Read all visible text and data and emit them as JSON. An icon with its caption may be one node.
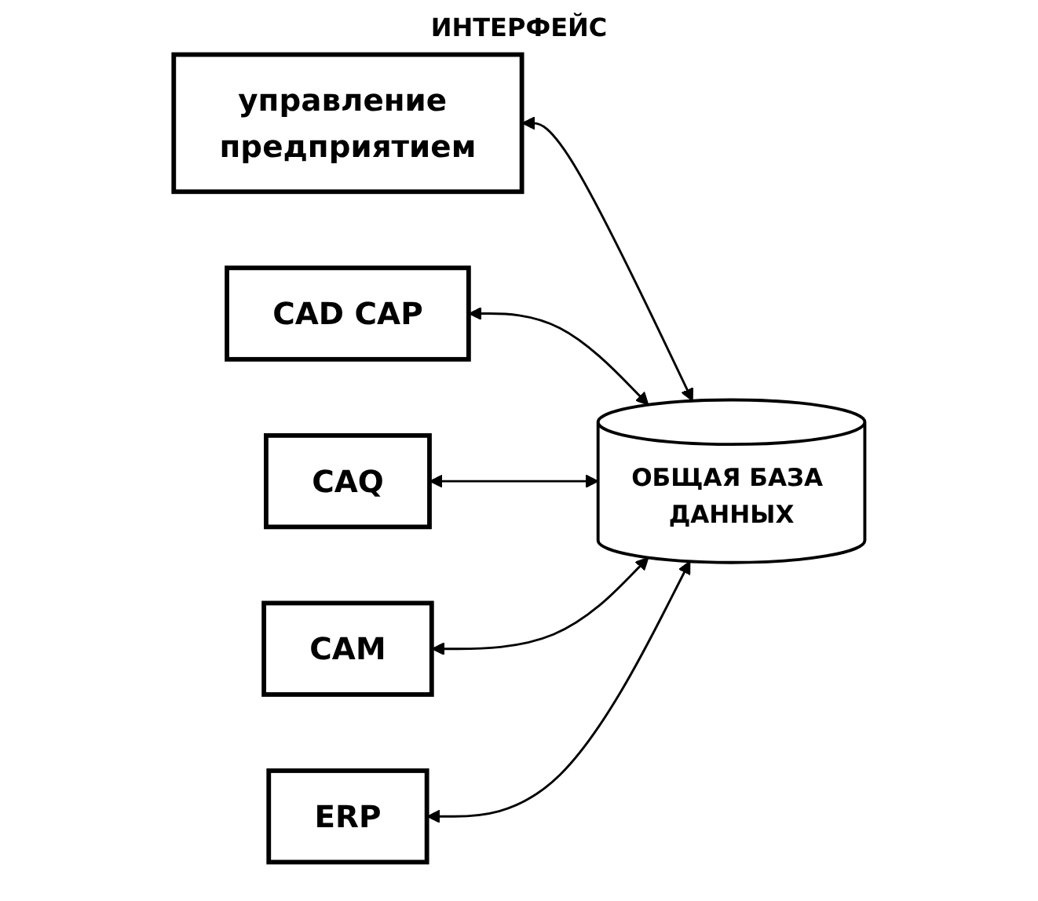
{
  "diagram": {
    "nodes": [
      {
        "text": [
          "управление предприятием"
        ]
      },
      {
        "text": [
          "CAD CAP"
        ]
      },
      {
        "text": [
          "CAQ"
        ]
      },
      {
        "text": [
          "CAM"
        ]
      },
      {
        "text": [
          "ERP"
        ]
      },
      {
        "text": [
          "ОБЩАЯ БАЗА ДАННЫХ"
        ]
      }
    ],
    "edges": [
      {
        "from": 0,
        "to": 5,
        "arrow": "both"
      },
      {
        "from": 1,
        "to": 5,
        "arrow": "both"
      },
      {
        "from": 2,
        "to": 5,
        "arrow": "both"
      },
      {
        "from": 3,
        "to": 5,
        "arrow": "both"
      },
      {
        "from": 4,
        "to": 5,
        "arrow": "both"
      }
    ],
    "labels": [
      "ИНТЕРФЕЙС"
    ]
  }
}
